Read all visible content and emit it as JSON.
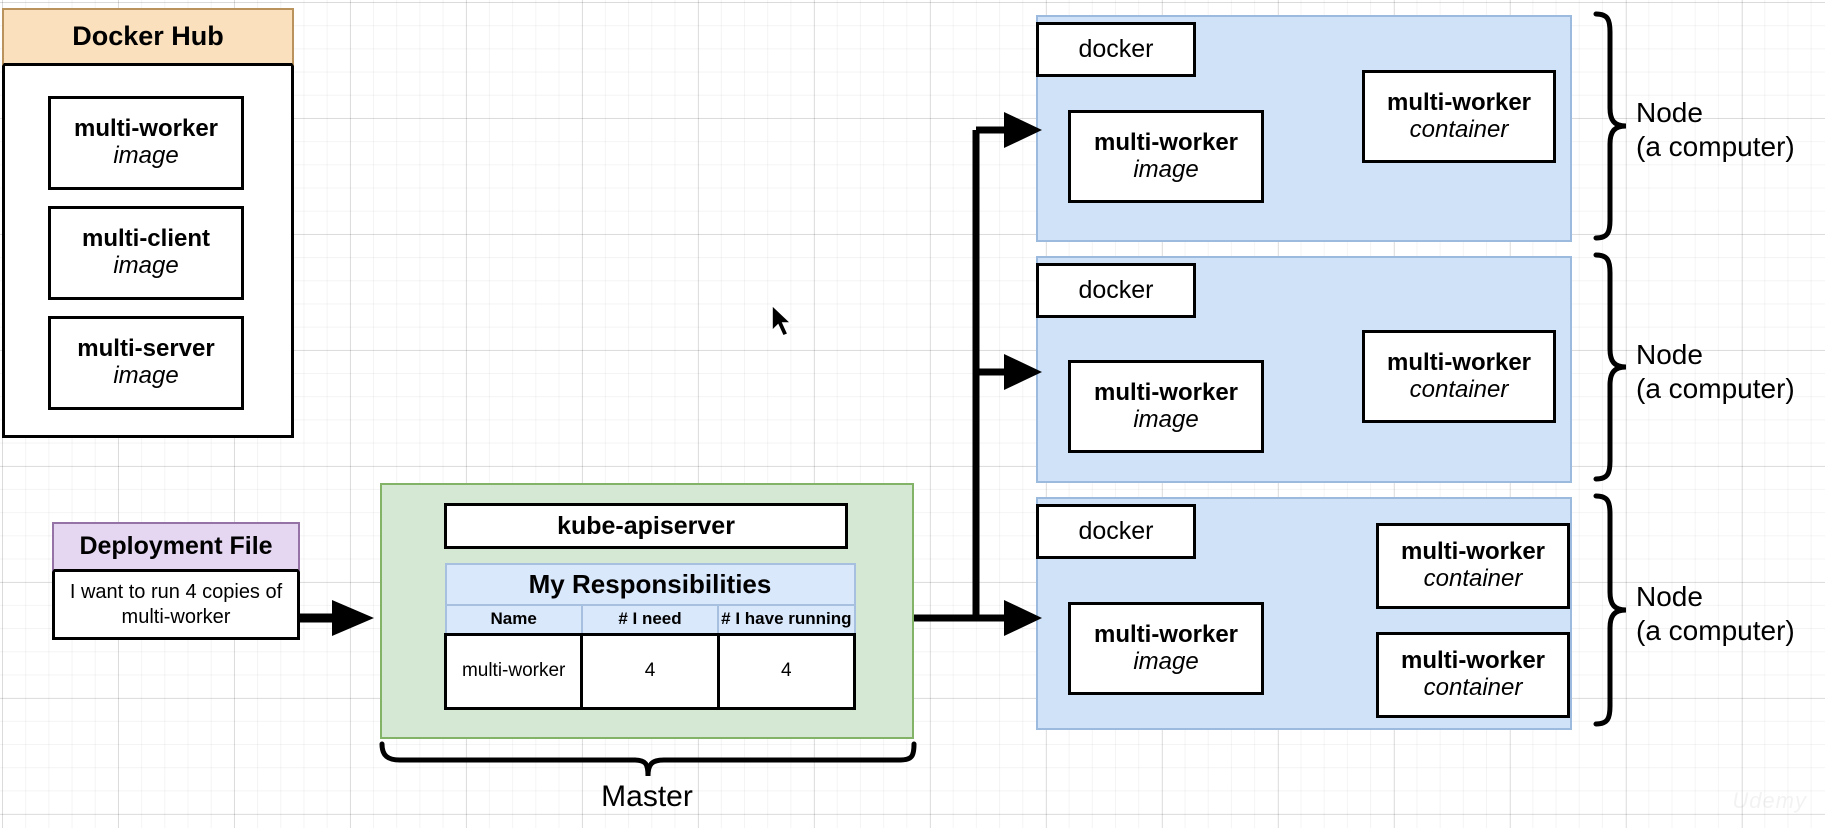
{
  "docker_hub": {
    "title": "Docker Hub",
    "images": [
      {
        "name": "multi-worker",
        "kind": "image"
      },
      {
        "name": "multi-client",
        "kind": "image"
      },
      {
        "name": "multi-server",
        "kind": "image"
      }
    ]
  },
  "deployment_file": {
    "title": "Deployment File",
    "body": "I want to run 4 copies of multi-worker"
  },
  "master": {
    "label": "Master",
    "apiserver": "kube-apiserver",
    "table": {
      "title": "My Responsibilities",
      "columns": [
        "Name",
        "# I need",
        "# I have running"
      ],
      "rows": [
        [
          "multi-worker",
          "4",
          "4"
        ]
      ]
    }
  },
  "nodes": [
    {
      "label": "Node\n(a computer)",
      "label_line1": "Node",
      "label_line2": "(a computer)",
      "runtime": "docker",
      "image": {
        "name": "multi-worker",
        "kind": "image"
      },
      "containers": [
        {
          "name": "multi-worker",
          "kind": "container"
        }
      ]
    },
    {
      "label_line1": "Node",
      "label_line2": "(a computer)",
      "runtime": "docker",
      "image": {
        "name": "multi-worker",
        "kind": "image"
      },
      "containers": [
        {
          "name": "multi-worker",
          "kind": "container"
        }
      ]
    },
    {
      "label_line1": "Node",
      "label_line2": "(a computer)",
      "runtime": "docker",
      "image": {
        "name": "multi-worker",
        "kind": "image"
      },
      "containers": [
        {
          "name": "multi-worker",
          "kind": "container"
        },
        {
          "name": "multi-worker",
          "kind": "container"
        }
      ]
    }
  ],
  "watermark": "Udemy",
  "colors": {
    "docker_hub_header": "#fae0bd",
    "docker_hub_border": "#b9935b",
    "deployment_header": "#e5d6f2",
    "deployment_border": "#9673a6",
    "master_panel": "#d5e8d4",
    "master_border": "#82b366",
    "node_panel": "#cfe2f7",
    "node_border": "#9cb9de",
    "table_header": "#dae8fc",
    "table_header_border": "#a8c0e0",
    "stroke": "#000000"
  }
}
